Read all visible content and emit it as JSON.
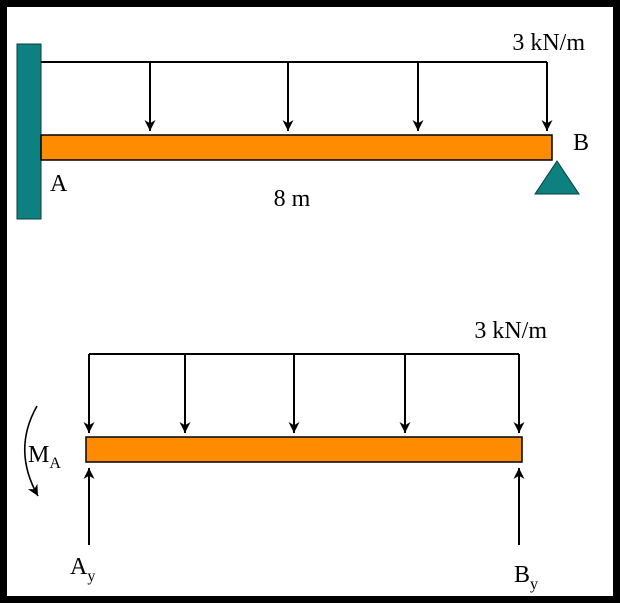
{
  "colors": {
    "beam": "#ff8c00",
    "wall": "#0f8080",
    "support": "#0f8080",
    "ink": "#000000"
  },
  "top_diagram": {
    "load_label": "3 kN/m",
    "point_a": "A",
    "point_b": "B",
    "span": "8 m"
  },
  "bottom_diagram": {
    "load_label": "3 kN/m",
    "moment_main": "M",
    "moment_sub": "A",
    "ay_main": "A",
    "ay_sub": "y",
    "by_main": "B",
    "by_sub": "y"
  }
}
